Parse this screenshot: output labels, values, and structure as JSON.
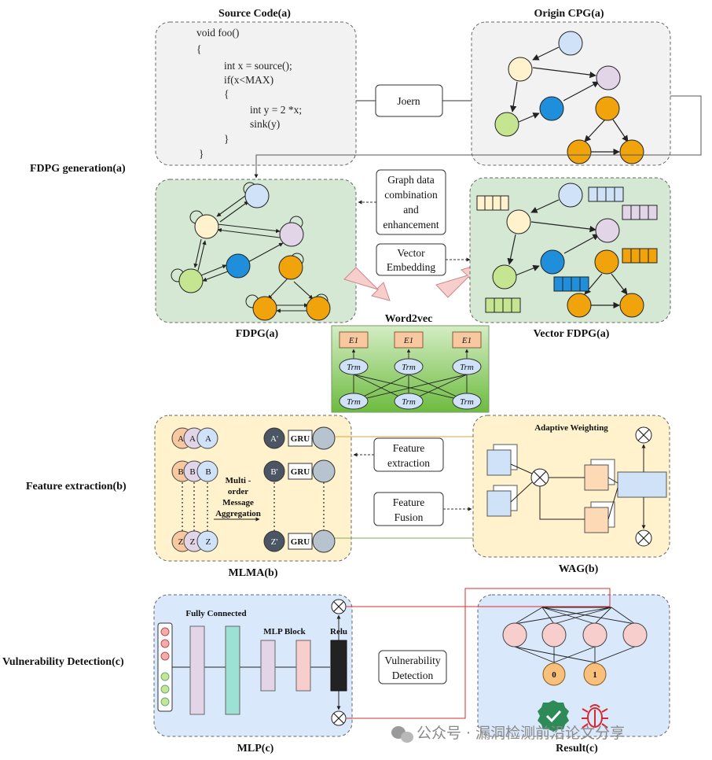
{
  "sections": {
    "fdpg_generation": "FDPG generation(a)",
    "feature_extraction": "Feature extraction(b)",
    "vulnerability_detection": "Vulnerability Detection(c)"
  },
  "titles": {
    "source_code": "Source Code(a)",
    "origin_cpg": "Origin CPG(a)",
    "fdpg": "FDPG(a)",
    "word2vec": "Word2vec",
    "vector_fdpg": "Vector FDPG(a)",
    "mlma": "MLMA(b)",
    "wag": "WAG(b)",
    "mlp": "MLP(c)",
    "result": "Result(c)"
  },
  "code_lines": [
    "void foo()",
    "{",
    "int x = source();",
    "if(x<MAX)",
    "{",
    "int y = 2 *x;",
    "sink(y)",
    "}",
    "}"
  ],
  "process_boxes": {
    "joern": "Joern",
    "graph_combination": [
      "Graph data",
      "combination",
      "and",
      "enhancement"
    ],
    "vector_embedding": [
      "Vector",
      "Embedding"
    ],
    "feature_extraction": [
      "Feature",
      "extraction"
    ],
    "feature_fusion": [
      "Feature",
      "Fusion"
    ],
    "vulnerability_detection": [
      "Vulnerability",
      "Detection"
    ]
  },
  "word2vec_block": {
    "output_label": "E1",
    "node_label": "Trm"
  },
  "mlma": {
    "rows": [
      "A",
      "B",
      "Z"
    ],
    "primes": [
      "A'",
      "B'",
      "Z'"
    ],
    "gru": "GRU",
    "aggregation": [
      "Multi -",
      "order",
      "Message",
      "Aggregation"
    ]
  },
  "wag": {
    "title": "Adaptive Weighting"
  },
  "mlp": {
    "fully_connected": "Fully Connected",
    "mlp_block": "MLP Block",
    "relu": "Relu"
  },
  "result": {
    "outputs": [
      "0",
      "1"
    ]
  },
  "watermark": "公众号 · 漏洞检测前沿论文分享",
  "colors": {
    "blue_node": "#cfe2f8",
    "yellow_node": "#fff2cc",
    "purple_node": "#e1d5e7",
    "green_node": "#c5e590",
    "dark_blue_node": "#1f8fdb",
    "orange_node": "#f0a30a",
    "green_panel": "#d5e8d4",
    "yellow_panel": "#fff2cc",
    "blue_panel": "#dae8fc",
    "arrow_pink": "#f8cecc"
  }
}
